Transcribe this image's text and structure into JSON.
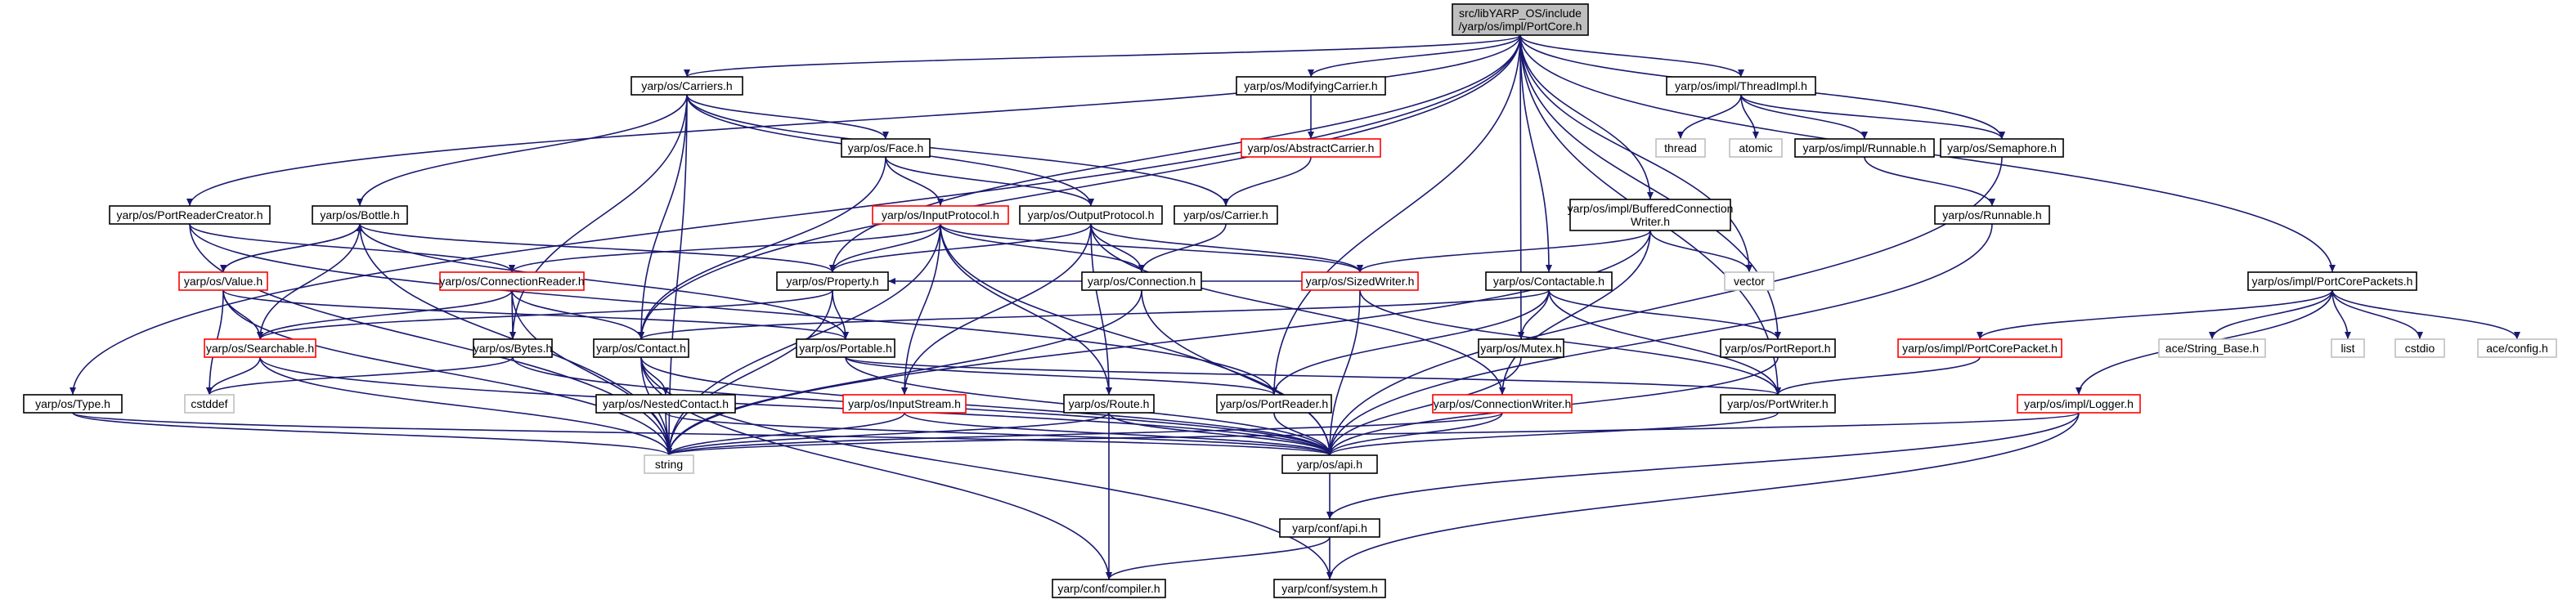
{
  "diagram": {
    "kind": "include-dependency-graph",
    "nodes": [
      {
        "id": "root",
        "lines": [
          "src/libYARP_OS/include",
          "/yarp/os/impl/PortCore.h"
        ],
        "style": "root"
      },
      {
        "id": "carriers",
        "lines": [
          "yarp/os/Carriers.h"
        ],
        "style": "normal"
      },
      {
        "id": "modifyingcarrier",
        "lines": [
          "yarp/os/ModifyingCarrier.h"
        ],
        "style": "normal"
      },
      {
        "id": "threadimpl",
        "lines": [
          "yarp/os/impl/ThreadImpl.h"
        ],
        "style": "normal"
      },
      {
        "id": "abstractcarrier",
        "lines": [
          "yarp/os/AbstractCarrier.h"
        ],
        "style": "red"
      },
      {
        "id": "thread",
        "lines": [
          "thread"
        ],
        "style": "gray"
      },
      {
        "id": "atomic",
        "lines": [
          "atomic"
        ],
        "style": "gray"
      },
      {
        "id": "runnableimpl",
        "lines": [
          "yarp/os/impl/Runnable.h"
        ],
        "style": "normal"
      },
      {
        "id": "semaphore",
        "lines": [
          "yarp/os/Semaphore.h"
        ],
        "style": "normal"
      },
      {
        "id": "face",
        "lines": [
          "yarp/os/Face.h"
        ],
        "style": "normal"
      },
      {
        "id": "bottle",
        "lines": [
          "yarp/os/Bottle.h"
        ],
        "style": "normal"
      },
      {
        "id": "portreadercreator",
        "lines": [
          "yarp/os/PortReaderCreator.h"
        ],
        "style": "normal"
      },
      {
        "id": "inputprotocol",
        "lines": [
          "yarp/os/InputProtocol.h"
        ],
        "style": "red"
      },
      {
        "id": "outputprotocol",
        "lines": [
          "yarp/os/OutputProtocol.h"
        ],
        "style": "normal"
      },
      {
        "id": "carrier",
        "lines": [
          "yarp/os/Carrier.h"
        ],
        "style": "normal"
      },
      {
        "id": "bufferedconnwriter",
        "lines": [
          "yarp/os/impl/BufferedConnection",
          "Writer.h"
        ],
        "style": "normal"
      },
      {
        "id": "runnable",
        "lines": [
          "yarp/os/Runnable.h"
        ],
        "style": "normal"
      },
      {
        "id": "value",
        "lines": [
          "yarp/os/Value.h"
        ],
        "style": "red"
      },
      {
        "id": "connectionreader",
        "lines": [
          "yarp/os/ConnectionReader.h"
        ],
        "style": "red"
      },
      {
        "id": "property",
        "lines": [
          "yarp/os/Property.h"
        ],
        "style": "normal"
      },
      {
        "id": "connection",
        "lines": [
          "yarp/os/Connection.h"
        ],
        "style": "normal"
      },
      {
        "id": "sizedwriter",
        "lines": [
          "yarp/os/SizedWriter.h"
        ],
        "style": "red"
      },
      {
        "id": "vector",
        "lines": [
          "vector"
        ],
        "style": "gray"
      },
      {
        "id": "contactable",
        "lines": [
          "yarp/os/Contactable.h"
        ],
        "style": "normal"
      },
      {
        "id": "portcorepackets",
        "lines": [
          "yarp/os/impl/PortCorePackets.h"
        ],
        "style": "normal"
      },
      {
        "id": "searchable",
        "lines": [
          "yarp/os/Searchable.h"
        ],
        "style": "red"
      },
      {
        "id": "bytes",
        "lines": [
          "yarp/os/Bytes.h"
        ],
        "style": "normal"
      },
      {
        "id": "contact",
        "lines": [
          "yarp/os/Contact.h"
        ],
        "style": "normal"
      },
      {
        "id": "portable",
        "lines": [
          "yarp/os/Portable.h"
        ],
        "style": "normal"
      },
      {
        "id": "mutex",
        "lines": [
          "yarp/os/Mutex.h"
        ],
        "style": "normal"
      },
      {
        "id": "portreport",
        "lines": [
          "yarp/os/PortReport.h"
        ],
        "style": "normal"
      },
      {
        "id": "portcorepacket",
        "lines": [
          "yarp/os/impl/PortCorePacket.h"
        ],
        "style": "red"
      },
      {
        "id": "acestringbase",
        "lines": [
          "ace/String_Base.h"
        ],
        "style": "gray"
      },
      {
        "id": "list",
        "lines": [
          "list"
        ],
        "style": "gray"
      },
      {
        "id": "cstdio",
        "lines": [
          "cstdio"
        ],
        "style": "gray"
      },
      {
        "id": "aceconfig",
        "lines": [
          "ace/config.h"
        ],
        "style": "gray"
      },
      {
        "id": "cstddef",
        "lines": [
          "cstddef"
        ],
        "style": "gray"
      },
      {
        "id": "nestedcontact",
        "lines": [
          "yarp/os/NestedContact.h"
        ],
        "style": "normal"
      },
      {
        "id": "inputstream",
        "lines": [
          "yarp/os/InputStream.h"
        ],
        "style": "red"
      },
      {
        "id": "route",
        "lines": [
          "yarp/os/Route.h"
        ],
        "style": "normal"
      },
      {
        "id": "portreader",
        "lines": [
          "yarp/os/PortReader.h"
        ],
        "style": "normal"
      },
      {
        "id": "connectionwriter",
        "lines": [
          "yarp/os/ConnectionWriter.h"
        ],
        "style": "red"
      },
      {
        "id": "portwriter",
        "lines": [
          "yarp/os/PortWriter.h"
        ],
        "style": "normal"
      },
      {
        "id": "logger",
        "lines": [
          "yarp/os/impl/Logger.h"
        ],
        "style": "red"
      },
      {
        "id": "type",
        "lines": [
          "yarp/os/Type.h"
        ],
        "style": "normal"
      },
      {
        "id": "string",
        "lines": [
          "string"
        ],
        "style": "gray"
      },
      {
        "id": "osapi",
        "lines": [
          "yarp/os/api.h"
        ],
        "style": "normal"
      },
      {
        "id": "confapi",
        "lines": [
          "yarp/conf/api.h"
        ],
        "style": "normal"
      },
      {
        "id": "compiler",
        "lines": [
          "yarp/conf/compiler.h"
        ],
        "style": "normal"
      },
      {
        "id": "system",
        "lines": [
          "yarp/conf/system.h"
        ],
        "style": "normal"
      }
    ],
    "edges": [
      [
        "root",
        "carriers"
      ],
      [
        "root",
        "modifyingcarrier"
      ],
      [
        "root",
        "threadimpl"
      ],
      [
        "root",
        "semaphore"
      ],
      [
        "root",
        "portreadercreator"
      ],
      [
        "root",
        "type"
      ],
      [
        "root",
        "property"
      ],
      [
        "root",
        "contact"
      ],
      [
        "root",
        "bufferedconnwriter"
      ],
      [
        "root",
        "contactable"
      ],
      [
        "root",
        "mutex"
      ],
      [
        "root",
        "portreport"
      ],
      [
        "root",
        "portwriter"
      ],
      [
        "root",
        "portreader"
      ],
      [
        "root",
        "portcorepackets"
      ],
      [
        "root",
        "vector"
      ],
      [
        "carriers",
        "bottle"
      ],
      [
        "carriers",
        "face"
      ],
      [
        "carriers",
        "outputprotocol"
      ],
      [
        "carriers",
        "carrier"
      ],
      [
        "carriers",
        "contact"
      ],
      [
        "carriers",
        "bytes"
      ],
      [
        "carriers",
        "string"
      ],
      [
        "modifyingcarrier",
        "abstractcarrier"
      ],
      [
        "abstractcarrier",
        "carrier"
      ],
      [
        "threadimpl",
        "thread"
      ],
      [
        "threadimpl",
        "atomic"
      ],
      [
        "threadimpl",
        "runnableimpl"
      ],
      [
        "threadimpl",
        "semaphore"
      ],
      [
        "runnableimpl",
        "runnable"
      ],
      [
        "runnable",
        "osapi"
      ],
      [
        "semaphore",
        "osapi"
      ],
      [
        "face",
        "inputprotocol"
      ],
      [
        "face",
        "outputprotocol"
      ],
      [
        "face",
        "contact"
      ],
      [
        "bottle",
        "value"
      ],
      [
        "bottle",
        "searchable"
      ],
      [
        "bottle",
        "portable"
      ],
      [
        "bottle",
        "string"
      ],
      [
        "value",
        "bottle"
      ],
      [
        "value",
        "searchable"
      ],
      [
        "value",
        "cstddef"
      ],
      [
        "value",
        "string"
      ],
      [
        "value",
        "portable"
      ],
      [
        "portreadercreator",
        "connectionreader"
      ],
      [
        "portreadercreator",
        "portreader"
      ],
      [
        "portreadercreator",
        "string"
      ],
      [
        "inputprotocol",
        "connectionreader"
      ],
      [
        "inputprotocol",
        "property"
      ],
      [
        "inputprotocol",
        "connection"
      ],
      [
        "inputprotocol",
        "sizedwriter"
      ],
      [
        "inputprotocol",
        "inputstream"
      ],
      [
        "inputprotocol",
        "route"
      ],
      [
        "inputprotocol",
        "osapi"
      ],
      [
        "inputprotocol",
        "string"
      ],
      [
        "outputprotocol",
        "property"
      ],
      [
        "outputprotocol",
        "connection"
      ],
      [
        "outputprotocol",
        "sizedwriter"
      ],
      [
        "outputprotocol",
        "inputstream"
      ],
      [
        "outputprotocol",
        "route"
      ],
      [
        "outputprotocol",
        "connectionwriter"
      ],
      [
        "carrier",
        "connection"
      ],
      [
        "bufferedconnwriter",
        "sizedwriter"
      ],
      [
        "bufferedconnwriter",
        "connectionwriter"
      ],
      [
        "bufferedconnwriter",
        "vector"
      ],
      [
        "bufferedconnwriter",
        "string"
      ],
      [
        "connectionreader",
        "searchable"
      ],
      [
        "connectionreader",
        "bytes"
      ],
      [
        "connectionreader",
        "contact"
      ],
      [
        "connectionreader",
        "string"
      ],
      [
        "property",
        "bottle"
      ],
      [
        "property",
        "searchable"
      ],
      [
        "property",
        "portable"
      ],
      [
        "property",
        "string"
      ],
      [
        "connection",
        "string"
      ],
      [
        "connection",
        "osapi"
      ],
      [
        "sizedwriter",
        "property"
      ],
      [
        "sizedwriter",
        "portwriter"
      ],
      [
        "sizedwriter",
        "osapi"
      ],
      [
        "contactable",
        "contact"
      ],
      [
        "contactable",
        "mutex"
      ],
      [
        "contactable",
        "portreport"
      ],
      [
        "contactable",
        "portreader"
      ],
      [
        "contactable",
        "portwriter"
      ],
      [
        "portcorepackets",
        "portcorepacket"
      ],
      [
        "portcorepackets",
        "acestringbase"
      ],
      [
        "portcorepackets",
        "list"
      ],
      [
        "portcorepackets",
        "cstdio"
      ],
      [
        "portcorepackets",
        "aceconfig"
      ],
      [
        "portcorepackets",
        "logger"
      ],
      [
        "portcorepacket",
        "portwriter"
      ],
      [
        "searchable",
        "cstddef"
      ],
      [
        "searchable",
        "string"
      ],
      [
        "searchable",
        "osapi"
      ],
      [
        "bytes",
        "cstddef"
      ],
      [
        "bytes",
        "osapi"
      ],
      [
        "contact",
        "nestedcontact"
      ],
      [
        "contact",
        "string"
      ],
      [
        "contact",
        "osapi"
      ],
      [
        "contact",
        "compiler"
      ],
      [
        "contact",
        "system"
      ],
      [
        "portable",
        "portreader"
      ],
      [
        "portable",
        "portwriter"
      ],
      [
        "portable",
        "osapi"
      ],
      [
        "mutex",
        "osapi"
      ],
      [
        "portreport",
        "osapi"
      ],
      [
        "nestedcontact",
        "string"
      ],
      [
        "nestedcontact",
        "osapi"
      ],
      [
        "inputstream",
        "string"
      ],
      [
        "inputstream",
        "osapi"
      ],
      [
        "route",
        "string"
      ],
      [
        "route",
        "osapi"
      ],
      [
        "route",
        "compiler"
      ],
      [
        "portreader",
        "osapi"
      ],
      [
        "connectionwriter",
        "string"
      ],
      [
        "connectionwriter",
        "osapi"
      ],
      [
        "portwriter",
        "osapi"
      ],
      [
        "logger",
        "string"
      ],
      [
        "logger",
        "confapi"
      ],
      [
        "logger",
        "system"
      ],
      [
        "type",
        "string"
      ],
      [
        "type",
        "osapi"
      ],
      [
        "osapi",
        "confapi"
      ],
      [
        "confapi",
        "compiler"
      ],
      [
        "confapi",
        "system"
      ]
    ]
  }
}
